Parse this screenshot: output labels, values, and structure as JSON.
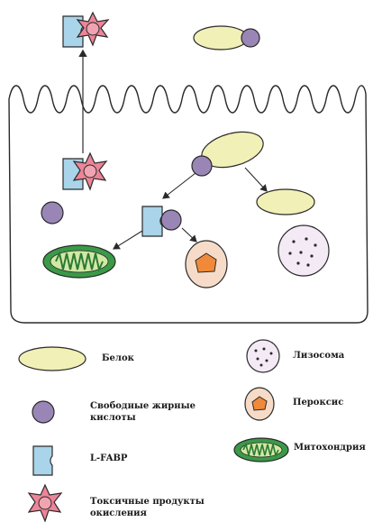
{
  "legend": {
    "protein": "Белок",
    "free_fatty_acids_line1": "Свободные жирные",
    "free_fatty_acids_line2": "кислоты",
    "lfabp": "L-FABP",
    "toxic_products_line1": "Токсичные продукты",
    "toxic_products_line2": "окисления",
    "lysosome": "Лизосома",
    "peroxisome": "Пероксис",
    "mitochondria": "Митохондрия"
  },
  "colors": {
    "protein_fill": "#f1f0b6",
    "fatty_acid_fill": "#9a86b6",
    "lfabp_fill": "#a9d4ea",
    "toxic_fill": "#ec8598",
    "lysosome_fill": "#f4eaf6",
    "peroxisome_outer": "#f6dcc8",
    "peroxisome_core": "#f08a3a",
    "mitochondria_fill": "#3b9a48",
    "mitochondria_cristae": "#d3e8a4",
    "outline": "#2a2a2a"
  }
}
